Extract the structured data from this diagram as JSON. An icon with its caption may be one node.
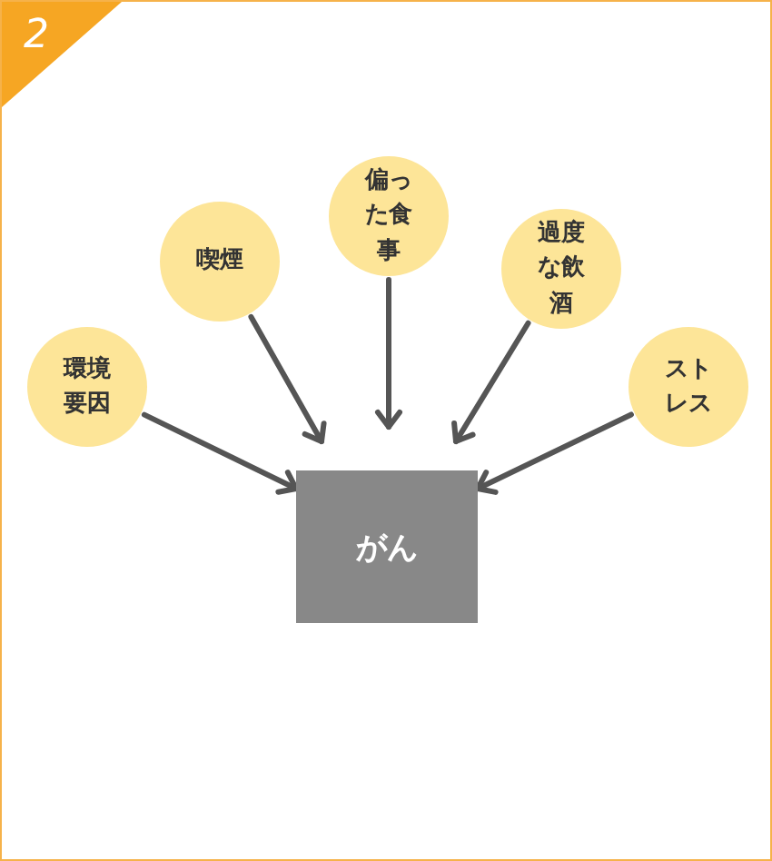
{
  "diagram": {
    "nodes": [
      {
        "text": [
          "環境要因"
        ]
      },
      {
        "text": [
          "喫煙"
        ]
      },
      {
        "text": [
          "偏った食事"
        ]
      },
      {
        "text": [
          "過度な飲酒"
        ]
      },
      {
        "text": [
          "ストレス"
        ]
      },
      {
        "text": [
          "がん"
        ]
      }
    ],
    "edges": [
      {
        "from": 0,
        "to": 5,
        "arrow": "to"
      },
      {
        "from": 1,
        "to": 5,
        "arrow": "to"
      },
      {
        "from": 2,
        "to": 5,
        "arrow": "to"
      },
      {
        "from": 3,
        "to": 5,
        "arrow": "to"
      },
      {
        "from": 4,
        "to": 5,
        "arrow": "to"
      }
    ],
    "labels": [
      "2"
    ]
  }
}
